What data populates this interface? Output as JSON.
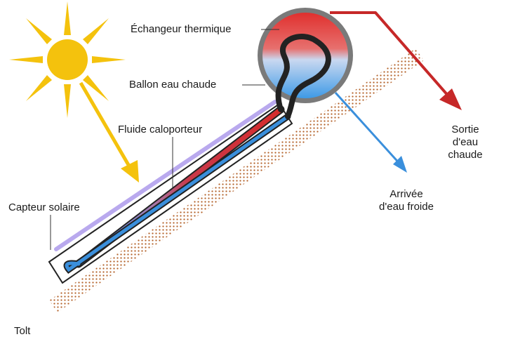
{
  "labels": {
    "echangeur": "Échangeur thermique",
    "ballon": "Ballon eau chaude",
    "fluide": "Fluide caloporteur",
    "capteur": "Capteur solaire",
    "toit": "Tolt",
    "sortie_line1": "Sortie",
    "sortie_line2": "d'eau",
    "sortie_line3": "chaude",
    "arrivee_line1": "Arrivée",
    "arrivee_line2": "d'eau froide"
  },
  "colors": {
    "sun": "#f4c20d",
    "hot": "#d62c2c",
    "cold": "#3a8fdc",
    "glass": "#b9a9ee",
    "roof_dots": "#b5652e",
    "tank_outline": "#6f6f6f",
    "pipe_outline": "#222222"
  },
  "icons": {
    "sun": "sun-icon",
    "hot_arrow": "arrow-right-down-icon",
    "cold_arrow": "arrow-down-icon"
  }
}
